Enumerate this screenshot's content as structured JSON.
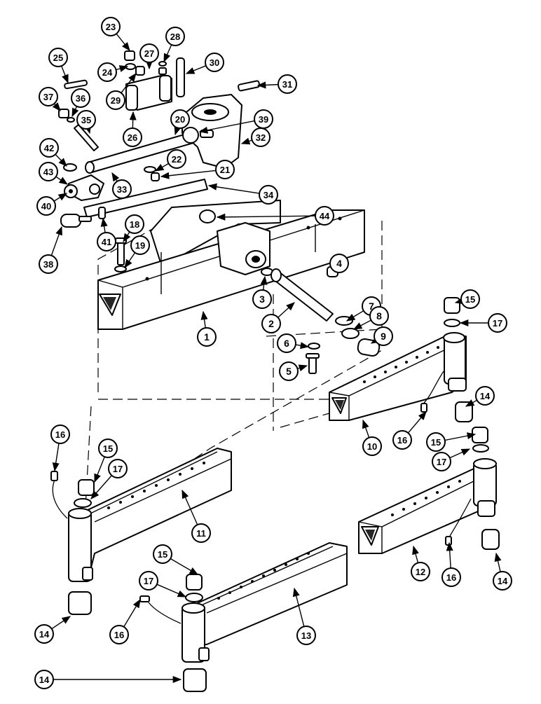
{
  "callouts": [
    "1",
    "2",
    "3",
    "4",
    "5",
    "6",
    "7",
    "8",
    "9",
    "10",
    "11",
    "12",
    "13",
    "14",
    "15",
    "16",
    "17",
    "18",
    "19",
    "20",
    "21",
    "22",
    "23",
    "24",
    "25",
    "26",
    "27",
    "28",
    "29",
    "30",
    "31",
    "32",
    "33",
    "34",
    "35",
    "36",
    "37",
    "38",
    "39",
    "40",
    "41",
    "42",
    "43",
    "44"
  ]
}
